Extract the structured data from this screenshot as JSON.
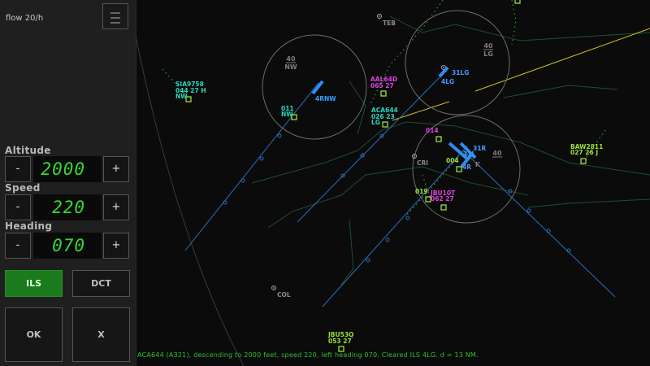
{
  "sidebar": {
    "flow_label": "flow 20/h",
    "altitude": {
      "label": "Altitude",
      "value": "2000",
      "minus": "-",
      "plus": "+"
    },
    "speed": {
      "label": "Speed",
      "value": "220",
      "minus": "-",
      "plus": "+"
    },
    "heading": {
      "label": "Heading",
      "value": "070",
      "minus": "-",
      "plus": "+"
    },
    "buttons": {
      "ils": "ILS",
      "dct": "DCT",
      "ok": "OK",
      "cancel": "X"
    },
    "active_mode": "ILS"
  },
  "colors": {
    "background": "#0b0b0b",
    "sidebar": "#1f1f1f",
    "digital_green": "#34d834",
    "aircraft_cyan": "#2ad6c0",
    "aircraft_green": "#9be03a",
    "aircraft_magenta": "#e040e0",
    "selected_blue": "#2f8cf0",
    "runway_line": "#2a6fb8",
    "airspace": "#7a7a7a",
    "route_yellow": "#e0d020",
    "terrain": "#1f4f2a"
  },
  "radar": {
    "beacons": [
      {
        "name": "TEB"
      },
      {
        "name": "CRI"
      },
      {
        "name": "COL"
      }
    ],
    "zone_labels": [
      {
        "top": "40",
        "bottom": "NW"
      },
      {
        "top": "40",
        "bottom": "LG"
      },
      {
        "top": "40",
        "bottom": "K"
      }
    ],
    "runways": [
      "4RNW",
      "31LG",
      "4LG",
      "31R",
      "31L",
      "4R"
    ],
    "aircraft": [
      {
        "callsign": "SIA9758",
        "info": "044   27 H",
        "dest": "NW",
        "color": "cyan"
      },
      {
        "callsign": "011",
        "info": "",
        "dest": "NW",
        "color": "cyan"
      },
      {
        "callsign": "AAL64D",
        "info": "065   27",
        "dest": "",
        "color": "magenta"
      },
      {
        "callsign": "ACA644",
        "info": "026   23",
        "dest": "LG",
        "color": "cyan"
      },
      {
        "callsign": "014",
        "info": "",
        "dest": "",
        "color": "magenta"
      },
      {
        "callsign": "004",
        "info": "",
        "dest": "",
        "color": "green"
      },
      {
        "callsign": "019",
        "info": "",
        "dest": "",
        "color": "green"
      },
      {
        "callsign": "JBU10T",
        "info": "062   27",
        "dest": "",
        "color": "magenta"
      },
      {
        "callsign": "BAW2811",
        "info": "027   26 J",
        "dest": "",
        "color": "green"
      },
      {
        "callsign": "JBU53Q",
        "info": "053   27",
        "dest": "",
        "color": "green"
      }
    ]
  },
  "status_message": "ACA644 (A321), descending to 2000 feet, speed 220, left heading 070. Cleared ILS 4LG. d = 13 NM."
}
